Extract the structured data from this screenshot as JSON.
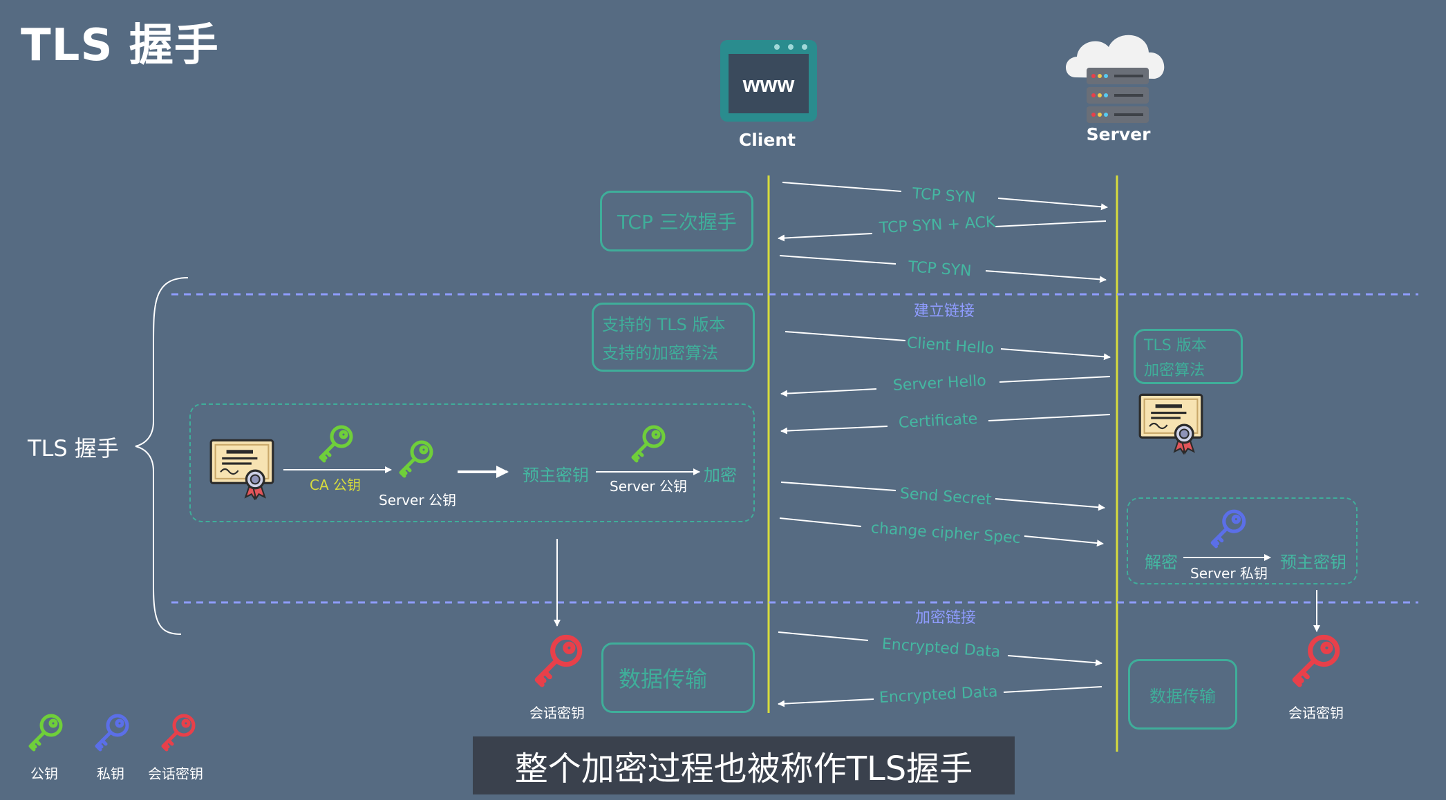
{
  "title": "TLS 握手",
  "nodes": {
    "client": "Client",
    "client_icon_text": "www",
    "server": "Server"
  },
  "colors": {
    "background": "#566b82",
    "timeline": "#d8dd3c",
    "teal": "#44b7a1",
    "phase": "#8f9cff",
    "public_key": "#6fcf3a",
    "private_key": "#5b6fe8",
    "session_key": "#e8404a",
    "ca_key_label": "#d8dd3c"
  },
  "phases": {
    "establish": "建立链接",
    "encrypted": "加密链接"
  },
  "left_group_label": "TLS 握手",
  "boxes": {
    "tcp": "TCP 三次握手",
    "client_support": [
      "支持的 TLS 版本",
      "支持的加密算法"
    ],
    "server_choice": [
      "TLS 版本",
      "加密算法"
    ],
    "data_left": "数据传输",
    "data_right": "数据传输"
  },
  "messages": {
    "tcp_syn_1": "TCP SYN",
    "tcp_syn_ack": "TCP SYN + ACK",
    "tcp_syn_2": "TCP SYN",
    "client_hello": "Client Hello",
    "server_hello": "Server Hello",
    "certificate": "Certificate",
    "send_secret": "Send Secret",
    "change_cipher": "change cipher Spec",
    "enc_data_1": "Encrypted Data",
    "enc_data_2": "Encrypted Data"
  },
  "client_flow": {
    "ca_public_key": "CA 公钥",
    "server_public_key": "Server 公钥",
    "pre_master": "预主密钥",
    "server_public_key_2": "Server 公钥",
    "encrypt": "加密"
  },
  "server_flow": {
    "decrypt": "解密",
    "server_private_key": "Server 私钥",
    "pre_master": "预主密钥"
  },
  "session_key_left": "会话密钥",
  "session_key_right": "会话密钥",
  "legend": {
    "public": "公钥",
    "private": "私钥",
    "session": "会话密钥"
  },
  "subtitle": "整个加密过程也被称作TLS握手"
}
